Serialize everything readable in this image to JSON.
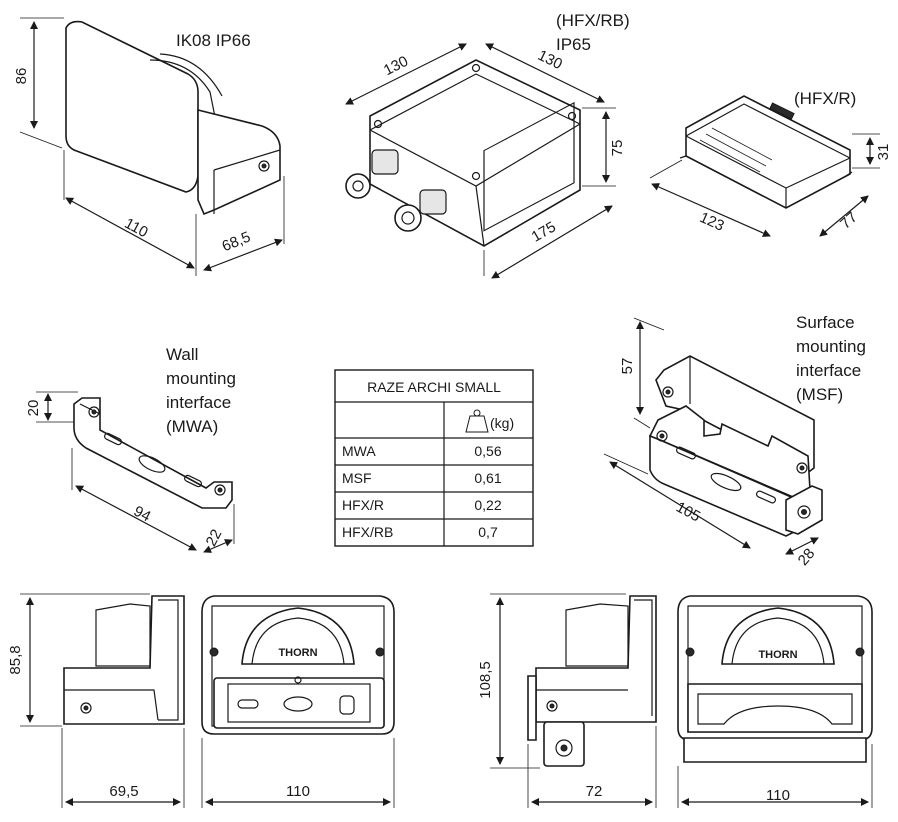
{
  "luminaire": {
    "label": "IK08 IP66",
    "dim_height": "86",
    "dim_length": "110",
    "dim_depth": "68,5"
  },
  "box_rb": {
    "label_line1": "(HFX/RB)",
    "label_line2": "IP65",
    "dim_a": "130",
    "dim_b": "130",
    "dim_height": "75",
    "dim_length": "175"
  },
  "box_r": {
    "label": "(HFX/R)",
    "dim_height": "31",
    "dim_length": "123",
    "dim_width": "77"
  },
  "mwa": {
    "label_lines": [
      "Wall",
      "mounting",
      "interface",
      "(MWA)"
    ],
    "dim_height": "20",
    "dim_length": "94",
    "dim_depth": "22"
  },
  "msf": {
    "label_lines": [
      "Surface",
      "mounting",
      "interface",
      "(MSF)"
    ],
    "dim_height": "57",
    "dim_length": "105",
    "dim_depth": "28"
  },
  "weight_table": {
    "title": "RAZE ARCHI SMALL",
    "unit": "(kg)",
    "icon": "weight-icon",
    "rows": [
      {
        "name": "MWA",
        "value": "0,56"
      },
      {
        "name": "MSF",
        "value": "0,61"
      },
      {
        "name": "HFX/R",
        "value": "0,22"
      },
      {
        "name": "HFX/RB",
        "value": "0,7"
      }
    ]
  },
  "views": {
    "wall_side": {
      "dim_height": "85,8",
      "dim_width": "69,5"
    },
    "wall_front": {
      "dim_width": "110",
      "brand": "THORN"
    },
    "surface_side": {
      "dim_height": "108,5",
      "dim_width": "72"
    },
    "surface_front": {
      "dim_width": "110",
      "brand": "THORN"
    }
  }
}
